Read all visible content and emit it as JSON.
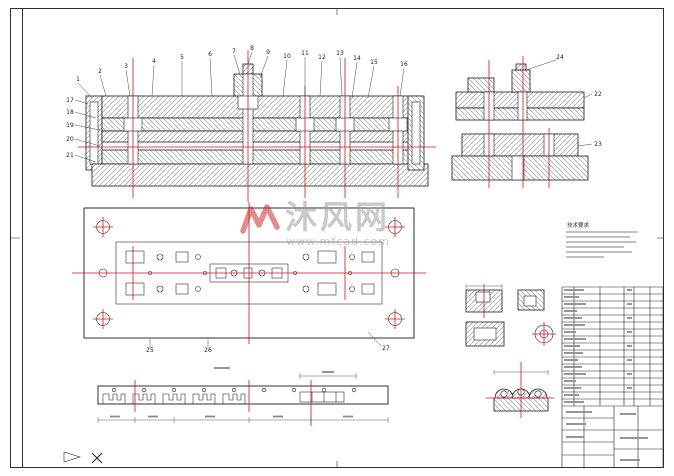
{
  "sheet": {
    "background": "#ffffff",
    "frame_color": "#000000"
  },
  "colors": {
    "centerline_red": "#dd1111",
    "geometry_black": "#1a1a1a",
    "hatch_gray": "#666666",
    "watermark_gray": "#9e9e9e",
    "watermark_red": "#c9302c"
  },
  "watermark": {
    "brand": "沐风网",
    "url": "www.mfcad.com"
  },
  "notes": {
    "title": "技术要求"
  },
  "callouts": {
    "main_top": [
      "1",
      "2",
      "3",
      "4",
      "5",
      "6",
      "7",
      "8",
      "9",
      "10",
      "11",
      "12",
      "13",
      "14",
      "15",
      "16"
    ],
    "main_left": [
      "17",
      "18",
      "19",
      "20",
      "21"
    ],
    "right_view": [
      "22",
      "23",
      "24"
    ],
    "plan": [
      "25",
      "26",
      "27"
    ]
  },
  "corner_symbols": {
    "projection": "first-angle-projection-symbol",
    "scale": "scale-cross-symbol"
  }
}
